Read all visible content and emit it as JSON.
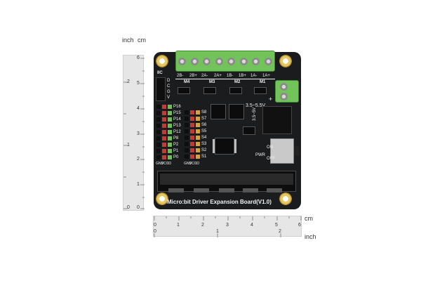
{
  "ruler_vertical": {
    "unit_inch": "inch",
    "unit_cm": "cm",
    "inch_ticks": [
      "2",
      "1",
      "0"
    ],
    "cm_ticks": [
      "6",
      "5",
      "4",
      "3",
      "2",
      "1",
      "0"
    ]
  },
  "ruler_horizontal": {
    "unit_cm": "cm",
    "unit_inch": "inch",
    "cm_ticks": [
      "0",
      "1",
      "2",
      "3",
      "4",
      "5",
      "6"
    ],
    "inch_ticks": [
      "0",
      "1",
      "2"
    ]
  },
  "board": {
    "title": "Micro:bit Driver Expansion Board(V1.0)",
    "motor_pins": [
      "2B-",
      "2B+",
      "2A-",
      "2A+",
      "1B-",
      "1B+",
      "1A-",
      "1A+"
    ],
    "motor_labels": [
      "M4",
      "M3",
      "M2",
      "M1"
    ],
    "iic_label": "IIC",
    "iic_pins": [
      "D",
      "C",
      "G",
      "V"
    ],
    "voltage_label": "3.5~5.5V",
    "voltage_label_vertical": "3.5~5V",
    "plus_sign": "+",
    "io_pins": [
      "P16",
      "P15",
      "P14",
      "P13",
      "P12",
      "P8",
      "P2",
      "P1",
      "P0"
    ],
    "servo_pins": [
      "S8",
      "S7",
      "S6",
      "S5",
      "S4",
      "S3",
      "S2",
      "S1"
    ],
    "col_labels_left": [
      "GND",
      "VCC",
      "IO"
    ],
    "col_labels_right": [
      "GND",
      "VCC",
      "IO"
    ],
    "pwr_label": "PWR",
    "switch_on": "ON",
    "switch_off": "OFF"
  },
  "colors": {
    "board": "#1b1c1e",
    "terminal": "#72c45a",
    "pin_green": "#6dbd5a",
    "pin_red": "#c23b36",
    "pin_black": "#0e0e0e",
    "gold": "#e7c766"
  }
}
